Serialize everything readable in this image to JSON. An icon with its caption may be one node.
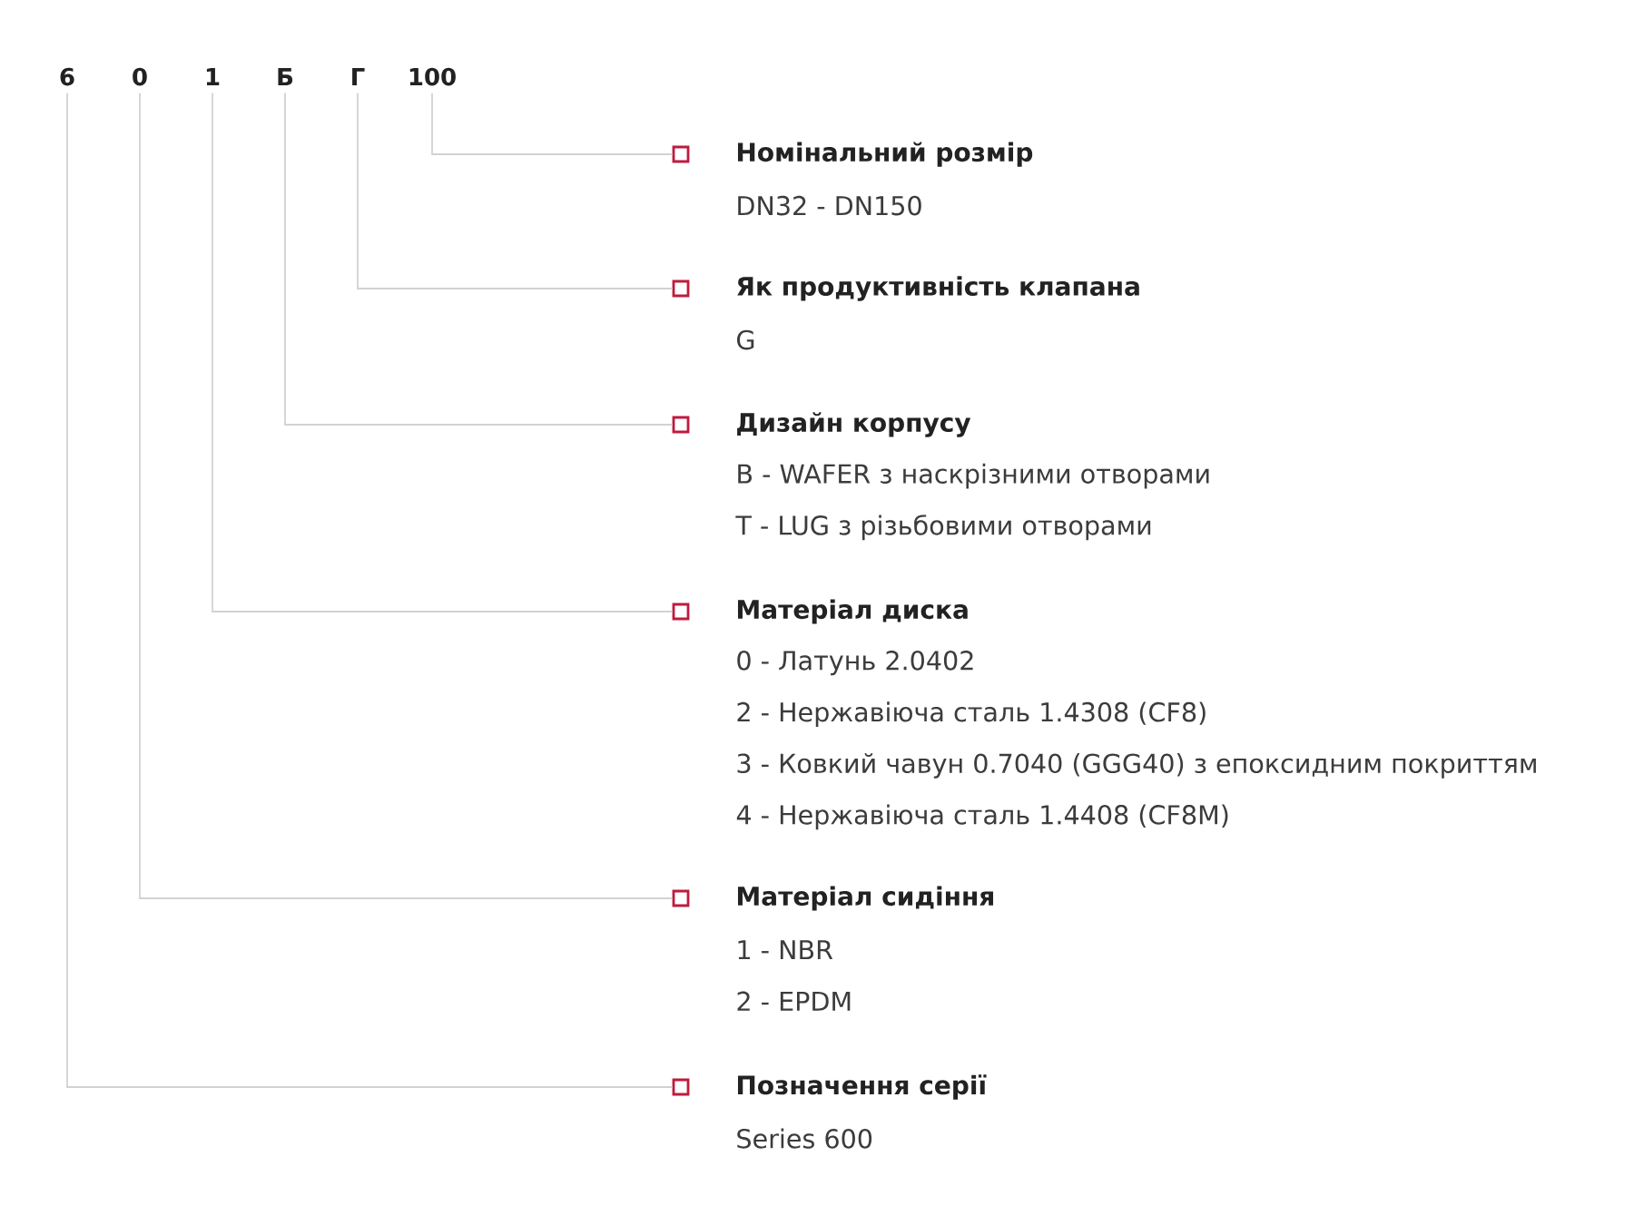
{
  "diagram": {
    "nodes": [
      {
        "text": [
          "6"
        ]
      },
      {
        "text": [
          "0"
        ]
      },
      {
        "text": [
          "1"
        ]
      },
      {
        "text": [
          "Б"
        ]
      },
      {
        "text": [
          "Г"
        ]
      },
      {
        "text": [
          "100"
        ]
      },
      {
        "text": [],
        "shape": "box",
        "beside": [
          "Номінальний розмір",
          "DN32 - DN150"
        ]
      },
      {
        "text": [],
        "shape": "box",
        "beside": [
          "Як продуктивність клапана",
          "G"
        ]
      },
      {
        "text": [],
        "shape": "box",
        "beside": [
          "Дизайн корпусу",
          "B - WAFER з наскрізними отворами",
          "T - LUG з різьбовими отворами"
        ]
      },
      {
        "text": [],
        "shape": "box",
        "beside": [
          "Матеріал диска",
          "0 - Латунь 2.0402",
          "2 - Нержавіюча сталь 1.4308 (CF8)",
          "3 - Ковкий чавун 0.7040 (GGG40) з епоксидним покриттям",
          "4 - Нержавіюча сталь 1.4408 (CF8M)"
        ]
      },
      {
        "text": [],
        "shape": "box",
        "beside": [
          "Матеріал сидіння",
          "1 - NBR",
          "2 - EPDM"
        ]
      },
      {
        "text": [],
        "shape": "box",
        "beside": [
          "Позначення серії",
          "Series 600"
        ]
      }
    ],
    "edges": [
      {
        "from": 5,
        "to": 6,
        "arrow": "none"
      },
      {
        "from": 4,
        "to": 7,
        "arrow": "none"
      },
      {
        "from": 3,
        "to": 8,
        "arrow": "none"
      },
      {
        "from": 2,
        "to": 9,
        "arrow": "none"
      },
      {
        "from": 1,
        "to": 10,
        "arrow": "none"
      },
      {
        "from": 0,
        "to": 11,
        "arrow": "none"
      }
    ]
  }
}
